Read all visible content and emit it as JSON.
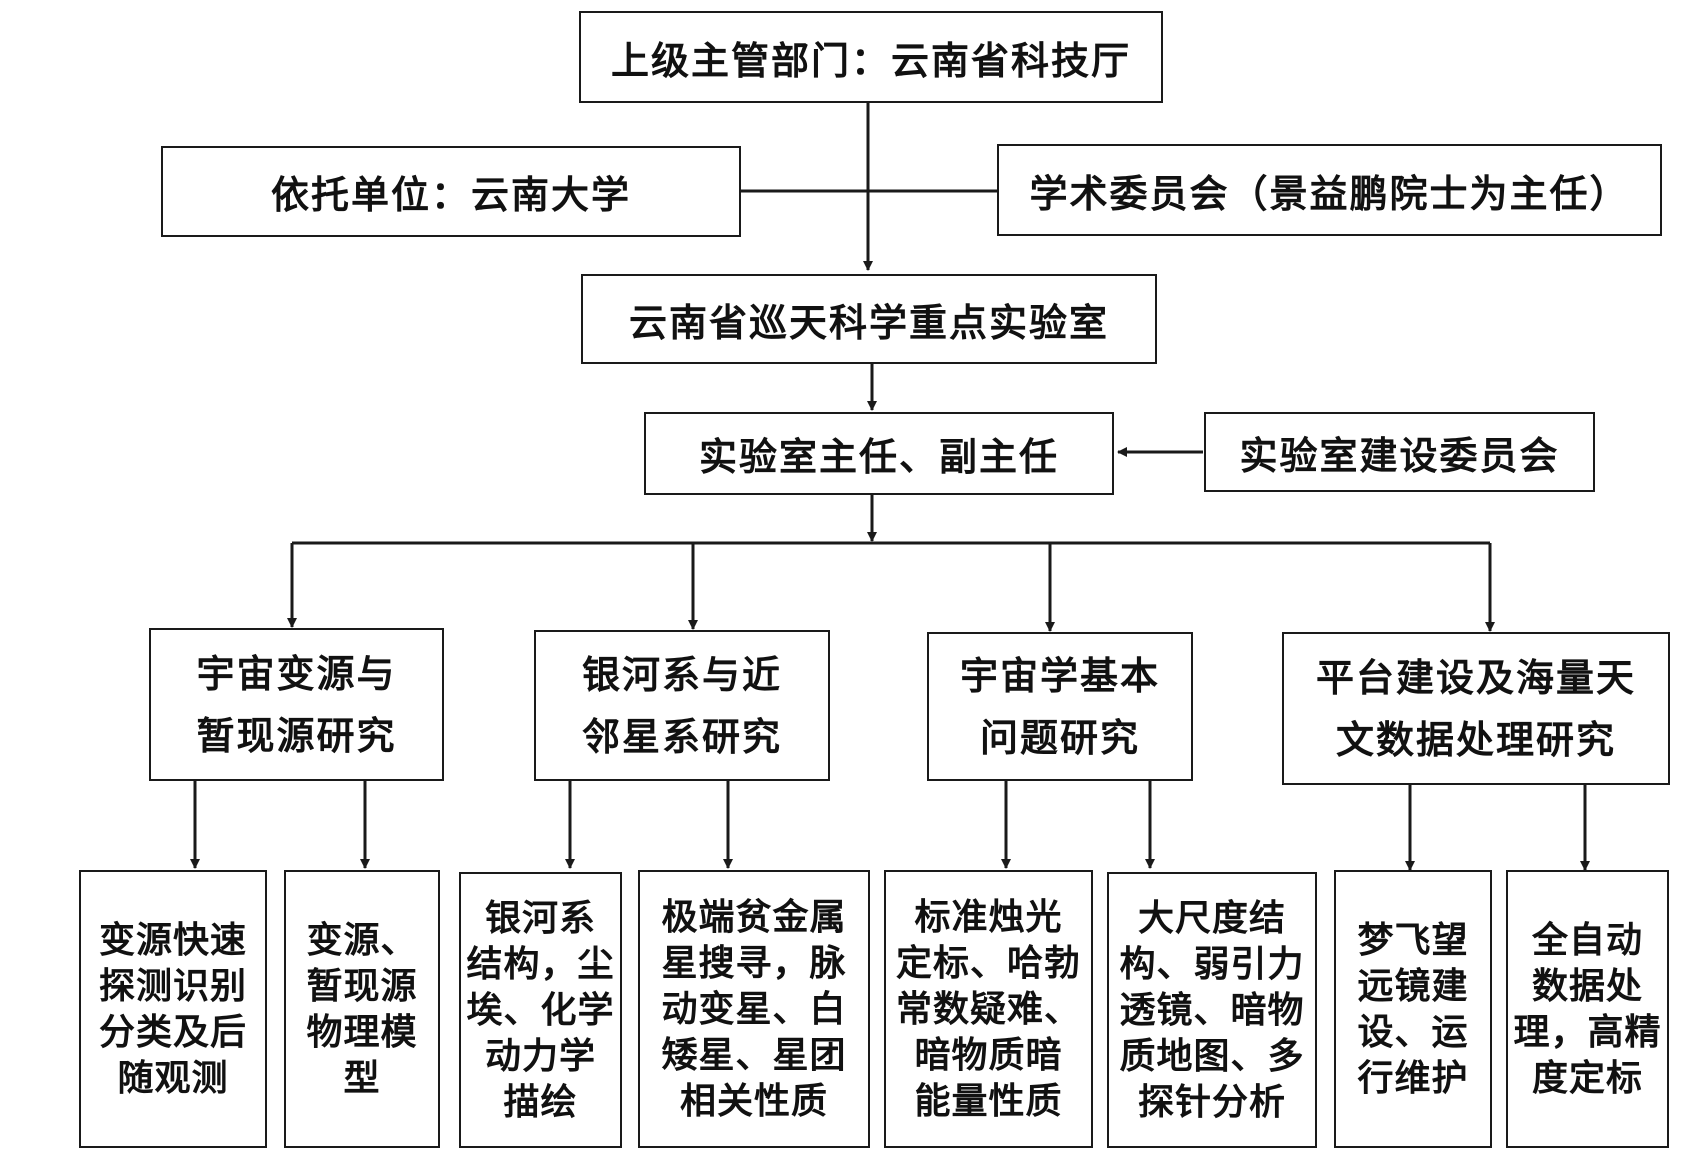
{
  "top": {
    "supervisor": "上级主管部门：云南省科技厅",
    "host": "依托单位：云南大学",
    "academic": "学术委员会（景益鹏院士为主任）",
    "lab": "云南省巡天科学重点实验室",
    "director": "实验室主任、副主任",
    "construction": "实验室建设委员会"
  },
  "groups": [
    {
      "title": "宇宙变源与\n暂现源研究",
      "subs": [
        "变源快速\n探测识别\n分类及后\n随观测",
        "变源、\n暂现源\n物理模\n型"
      ]
    },
    {
      "title": "银河系与近\n邻星系研究",
      "subs": [
        "银河系\n结构，尘\n埃、化学\n动力学\n描绘",
        "极端贫金属\n星搜寻，脉\n动变星、白\n矮星、星团\n相关性质"
      ]
    },
    {
      "title": "宇宙学基本\n问题研究",
      "subs": [
        "标准烛光\n定标、哈勃\n常数疑难、\n暗物质暗\n能量性质",
        "大尺度结\n构、弱引力\n透镜、暗物\n质地图、多\n探针分析"
      ]
    },
    {
      "title": "平台建设及海量天\n文数据处理研究",
      "subs": [
        "梦飞望\n远镜建\n设、运\n行维护",
        "全自动\n数据处\n理，高精\n度定标"
      ]
    }
  ]
}
